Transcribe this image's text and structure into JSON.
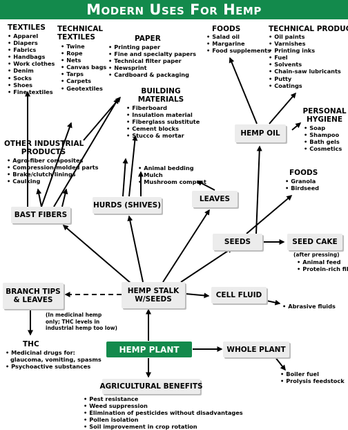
{
  "title": "Modern Uses For Hemp",
  "colors": {
    "title_bg": "#138a4c",
    "plant_box": "#138a4c",
    "box_bg": "#ececec",
    "arrow": "#000000"
  },
  "textiles": {
    "heading": "TEXTILES",
    "items": [
      "Apparel",
      "Diapers",
      "Fabrics",
      "Handbags",
      "Work clothes",
      "Denim",
      "Socks",
      "Shoes",
      "Fine textiles"
    ]
  },
  "technical_textiles": {
    "heading_line1": "TECHNICAL",
    "heading_line2": "TEXTILES",
    "items": [
      "Twine",
      "Rope",
      "Nets",
      "Canvas bags",
      "Tarps",
      "Carpets",
      "Geotextiles"
    ]
  },
  "paper": {
    "heading": "PAPER",
    "items": [
      "Printing paper",
      "Fine and specialty papers",
      "Technical filter paper",
      "Newsprint",
      "Cardboard & packaging"
    ]
  },
  "foods_top": {
    "heading": "FOODS",
    "items": [
      "Salad oil",
      "Margarine",
      "Food supplements"
    ]
  },
  "technical_products": {
    "heading": "TECHNICAL PRODUCTS",
    "items": [
      "Oil paints",
      "Varnishes",
      "Printing inks",
      "Fuel",
      "Solvents",
      "Chain-saw lubricants",
      "Putty",
      "Coatings"
    ]
  },
  "building_materials": {
    "heading_line1": "BUILDING",
    "heading_line2": "MATERIALS",
    "items": [
      "Fiberboard",
      "Insulation material",
      "Fiberglass substitute",
      "Cement blocks",
      "Stucco & mortar"
    ]
  },
  "personal_hygiene": {
    "heading_line1": "PERSONAL",
    "heading_line2": "HYGIENE",
    "items": [
      "Soap",
      "Shampoo",
      "Bath gels",
      "Cosmetics"
    ]
  },
  "other_industrial": {
    "heading_line1": "OTHER INDUSTRIAL",
    "heading_line2": "PRODUCTS",
    "items": [
      "Agro-fiber composites",
      "Compression-molded parts",
      "Brake/clutch linings",
      "Caulking"
    ]
  },
  "hurds_uses": {
    "items": [
      "Animal bedding",
      "Mulch",
      "Mushroom compost"
    ]
  },
  "foods_seeds": {
    "heading": "FOODS",
    "items": [
      "Granola",
      "Birdseed"
    ]
  },
  "seed_cake": {
    "note": "(after pressing)",
    "items": [
      "Animal feed",
      "Protein-rich fiber"
    ]
  },
  "cell_fluid_uses": {
    "items": [
      "Abrasive fluids"
    ]
  },
  "thc": {
    "note_line1": "(In medicinal hemp",
    "note_line2": "only; THC levels in",
    "note_line3": "industrial hemp too low)",
    "heading": "THC",
    "item1_line1": "Medicinal drugs for:",
    "item1_line2": "glaucoma, vomiting, spasms",
    "item2": "Psychoactive substances"
  },
  "whole_plant_uses": {
    "items": [
      "Boiler fuel",
      "Prolysis feedstock"
    ]
  },
  "agricultural_benefits": {
    "heading": "AGRICULTURAL BENEFITS",
    "items": [
      "Pest resistance",
      "Weed suppression",
      "Elimination of pesticides without disadvantages",
      "Pollen isolation",
      "Soil improvement in crop rotation"
    ]
  },
  "boxes": {
    "hemp_oil": "HEMP OIL",
    "bast_fibers": "BAST FIBERS",
    "hurds": "HURDS (SHIVES)",
    "leaves": "LEAVES",
    "seeds": "SEEDS",
    "seed_cake": "SEED CAKE",
    "branch_tips_line1": "BRANCH TIPS",
    "branch_tips_line2": "& LEAVES",
    "hemp_stalk_line1": "HEMP STALK",
    "hemp_stalk_line2": "W/SEEDS",
    "cell_fluid": "CELL FLUID",
    "hemp_plant": "HEMP PLANT",
    "whole_plant": "WHOLE PLANT"
  }
}
